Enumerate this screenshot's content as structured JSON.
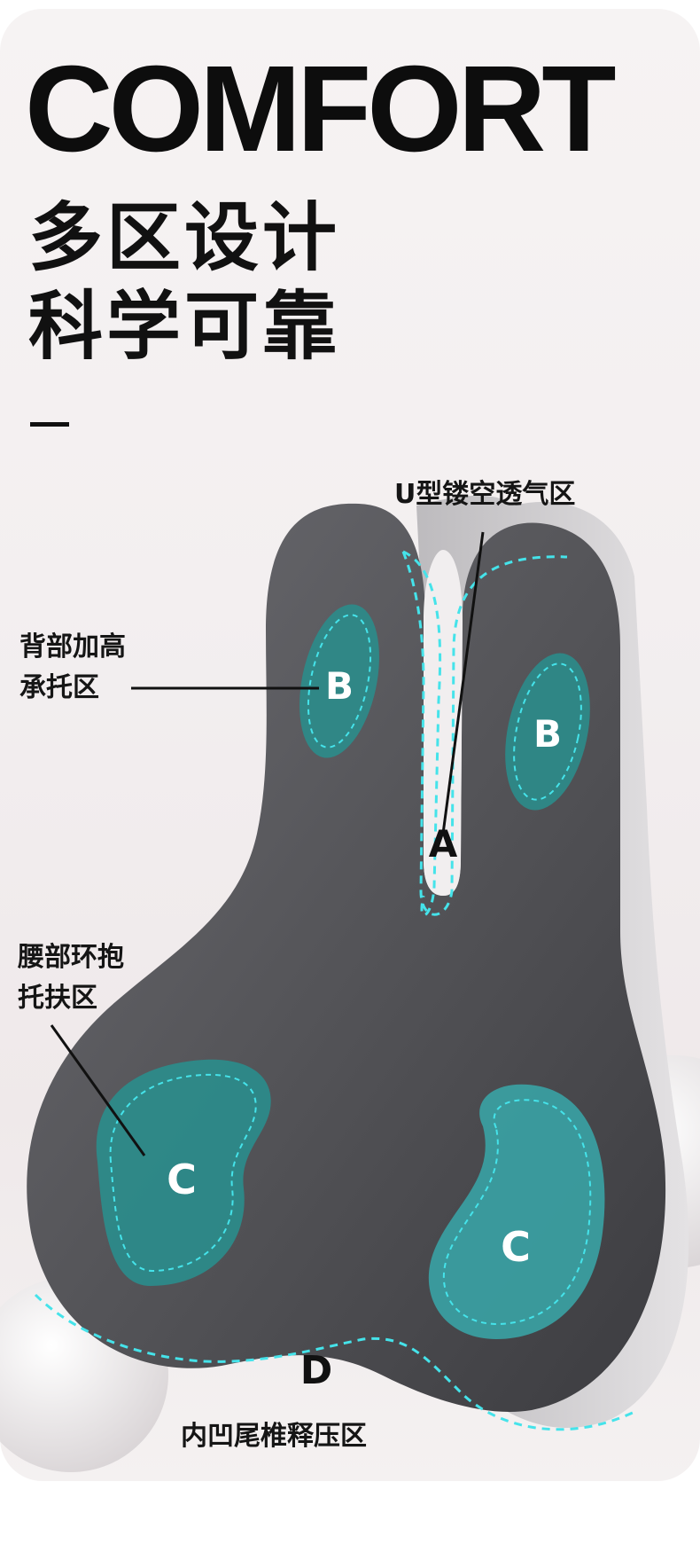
{
  "header": {
    "title": "COMFORT",
    "subtitle_line1": "多区设计",
    "subtitle_line2": "科学可靠"
  },
  "labels": {
    "u_zone": "U型镂空透气区",
    "back_line1": "背部加高",
    "back_line2": "承托区",
    "waist_line1": "腰部环抱",
    "waist_line2": "托扶区",
    "tail": "内凹尾椎释压区"
  },
  "zone_markers": {
    "a": "A",
    "b_left": "B",
    "b_right": "B",
    "c_left": "C",
    "c_right": "C",
    "d": "D"
  },
  "colors": {
    "cushion": "#5a5a5e",
    "cushion_edge": "#c9c7ca",
    "zone_fill": "#2a8d8c",
    "dash_line": "#3fe0e8",
    "text": "#111111"
  }
}
